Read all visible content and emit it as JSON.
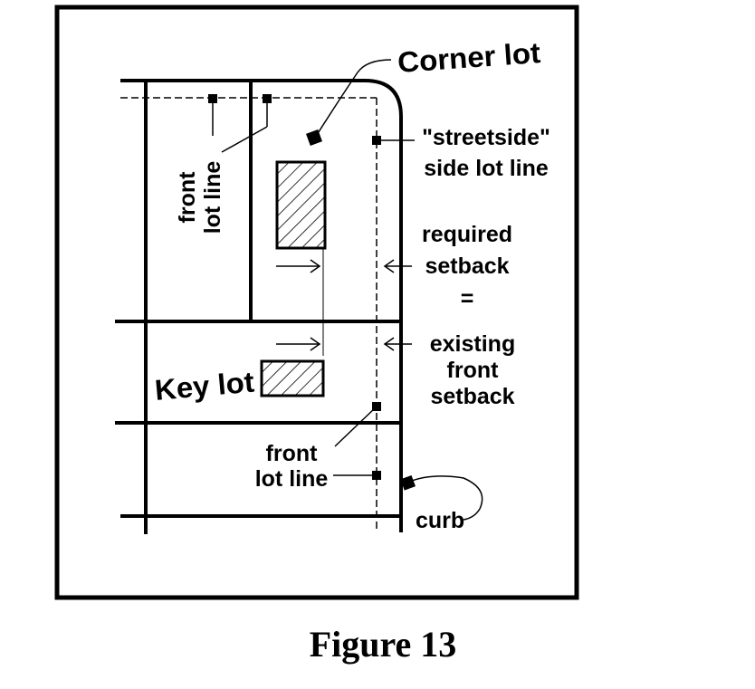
{
  "labels": {
    "corner_lot": "Corner lot",
    "key_lot": "Key lot",
    "front_lot_line_upper": [
      "front",
      "lot line"
    ],
    "streetside_line": [
      "\"streetside\"",
      "side lot line"
    ],
    "required_setback": [
      "required",
      "setback",
      "="
    ],
    "existing_front_setback": [
      "existing",
      "front",
      "setback"
    ],
    "front_lot_line_lower": [
      "front",
      "lot line"
    ],
    "curb": "curb"
  },
  "caption": "Figure 13"
}
